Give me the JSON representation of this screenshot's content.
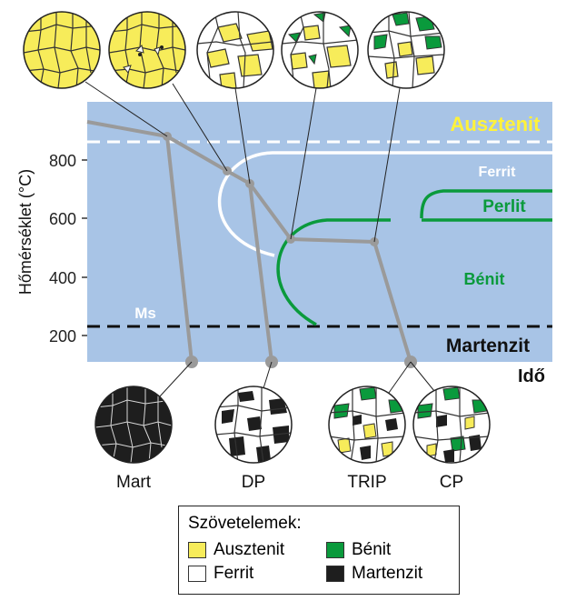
{
  "phases": {
    "austenite": "Ausztenit",
    "ferrite": "Ferrit",
    "pearlite": "Perlit",
    "bainite": "Bénit",
    "martensite": "Martenzit",
    "ms": "Ms"
  },
  "axes": {
    "y_label": "Hőmérséklet (°C)",
    "x_label": "Idő",
    "y_ticks": [
      "800",
      "600",
      "400",
      "200"
    ]
  },
  "steels": [
    "Mart",
    "DP",
    "TRIP",
    "CP"
  ],
  "legend": {
    "title": "Szövetelemek:",
    "items": [
      {
        "label": "Ausztenit",
        "color": "#f7ec5a"
      },
      {
        "label": "Bénit",
        "color": "#0a9a3c"
      },
      {
        "label": "Ferrit",
        "color": "#ffffff"
      },
      {
        "label": "Martenzit",
        "color": "#1e1e1e"
      }
    ]
  },
  "colors": {
    "background": "#a8c4e6",
    "austenite": "#f7ec5a",
    "bainite": "#0a9a3c",
    "ferrite": "#ffffff",
    "martensite": "#1e1e1e",
    "path": "#9a9a9a"
  }
}
